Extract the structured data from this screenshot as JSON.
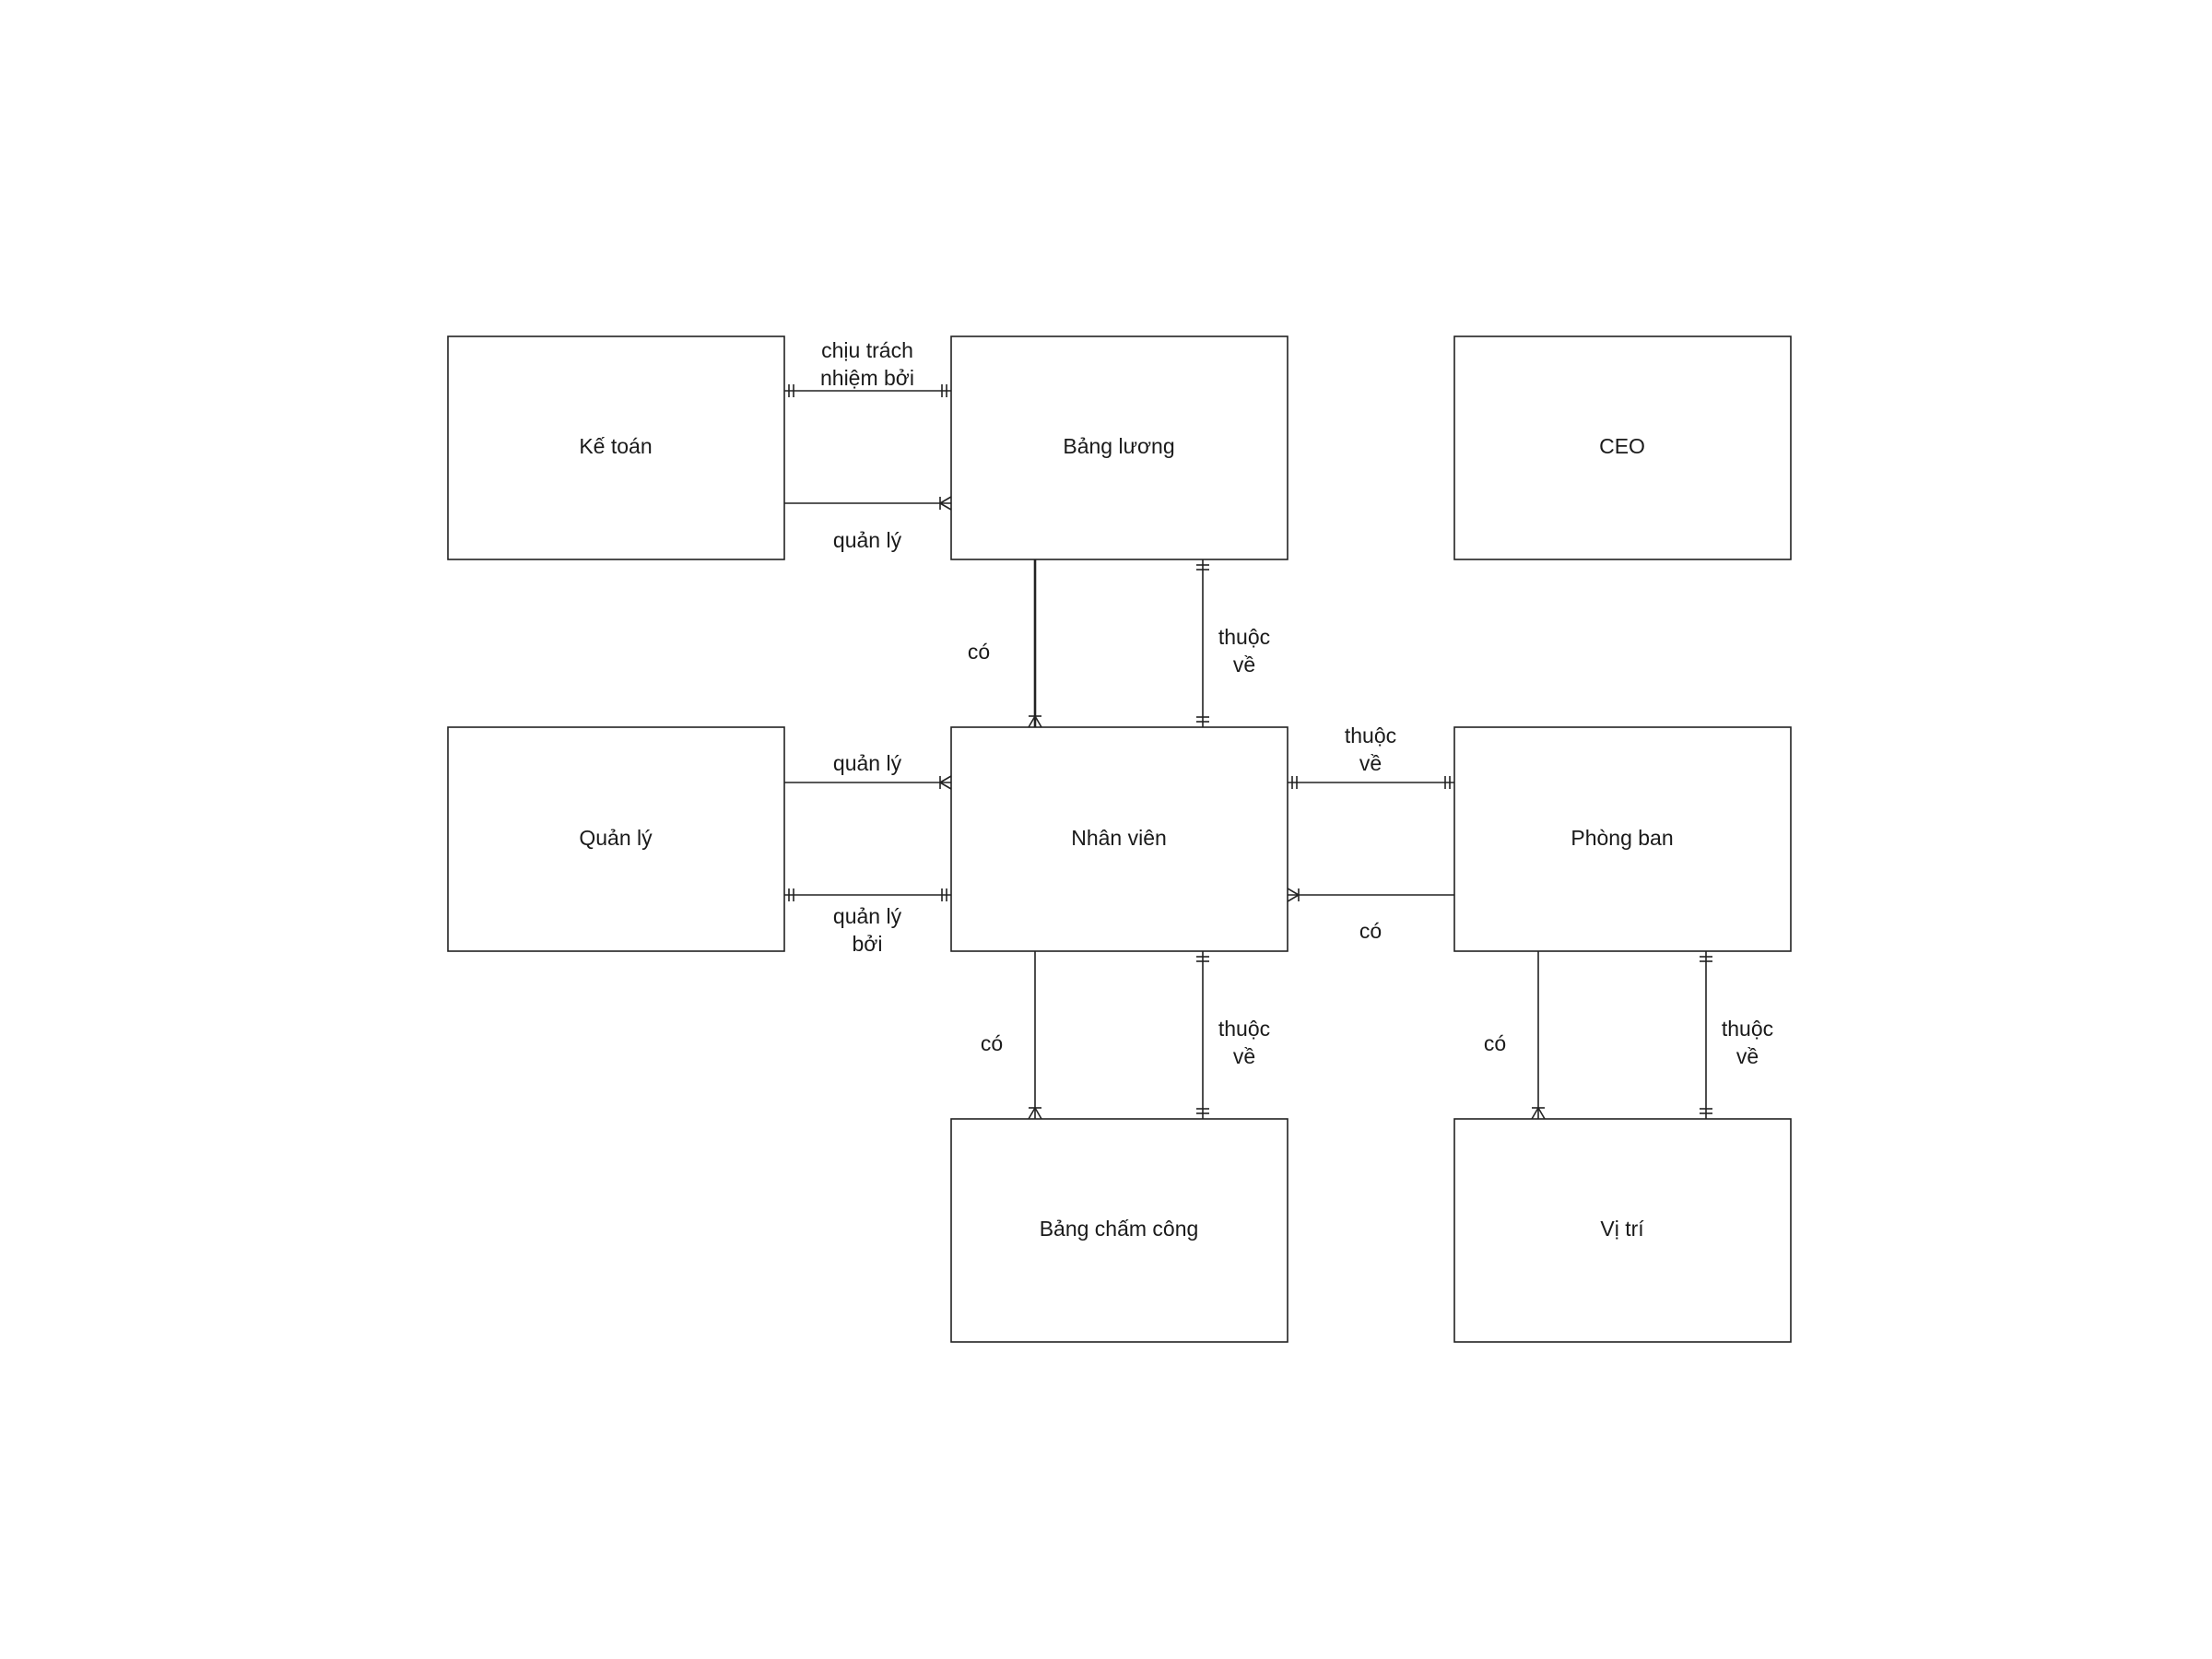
{
  "entities": {
    "ke_toan": "Kế toán",
    "bang_luong": "Bảng lương",
    "ceo": "CEO",
    "quan_ly": "Quản lý",
    "nhan_vien": "Nhân viên",
    "phong_ban": "Phòng ban",
    "bang_cham_cong": "Bảng chấm công",
    "vi_tri": "Vị trí"
  },
  "relationships": {
    "ketoan_bangluong_top": {
      "line1": "chịu trách",
      "line2": "nhiệm bởi"
    },
    "ketoan_bangluong_bottom": {
      "line1": "quản lý"
    },
    "bangluong_nhanvien_left": {
      "line1": "có"
    },
    "bangluong_nhanvien_right": {
      "line1": "thuộc",
      "line2": "về"
    },
    "quanly_nhanvien_top": {
      "line1": "quản lý"
    },
    "quanly_nhanvien_bottom": {
      "line1": "quản lý",
      "line2": "bởi"
    },
    "nhanvien_phongban_top": {
      "line1": "thuộc",
      "line2": "về"
    },
    "nhanvien_phongban_bottom": {
      "line1": "có"
    },
    "nhanvien_chamcong_left": {
      "line1": "có"
    },
    "nhanvien_chamcong_right": {
      "line1": "thuộc",
      "line2": "về"
    },
    "phongban_vitri_left": {
      "line1": "có"
    },
    "phongban_vitri_right": {
      "line1": "thuộc",
      "line2": "về"
    }
  }
}
